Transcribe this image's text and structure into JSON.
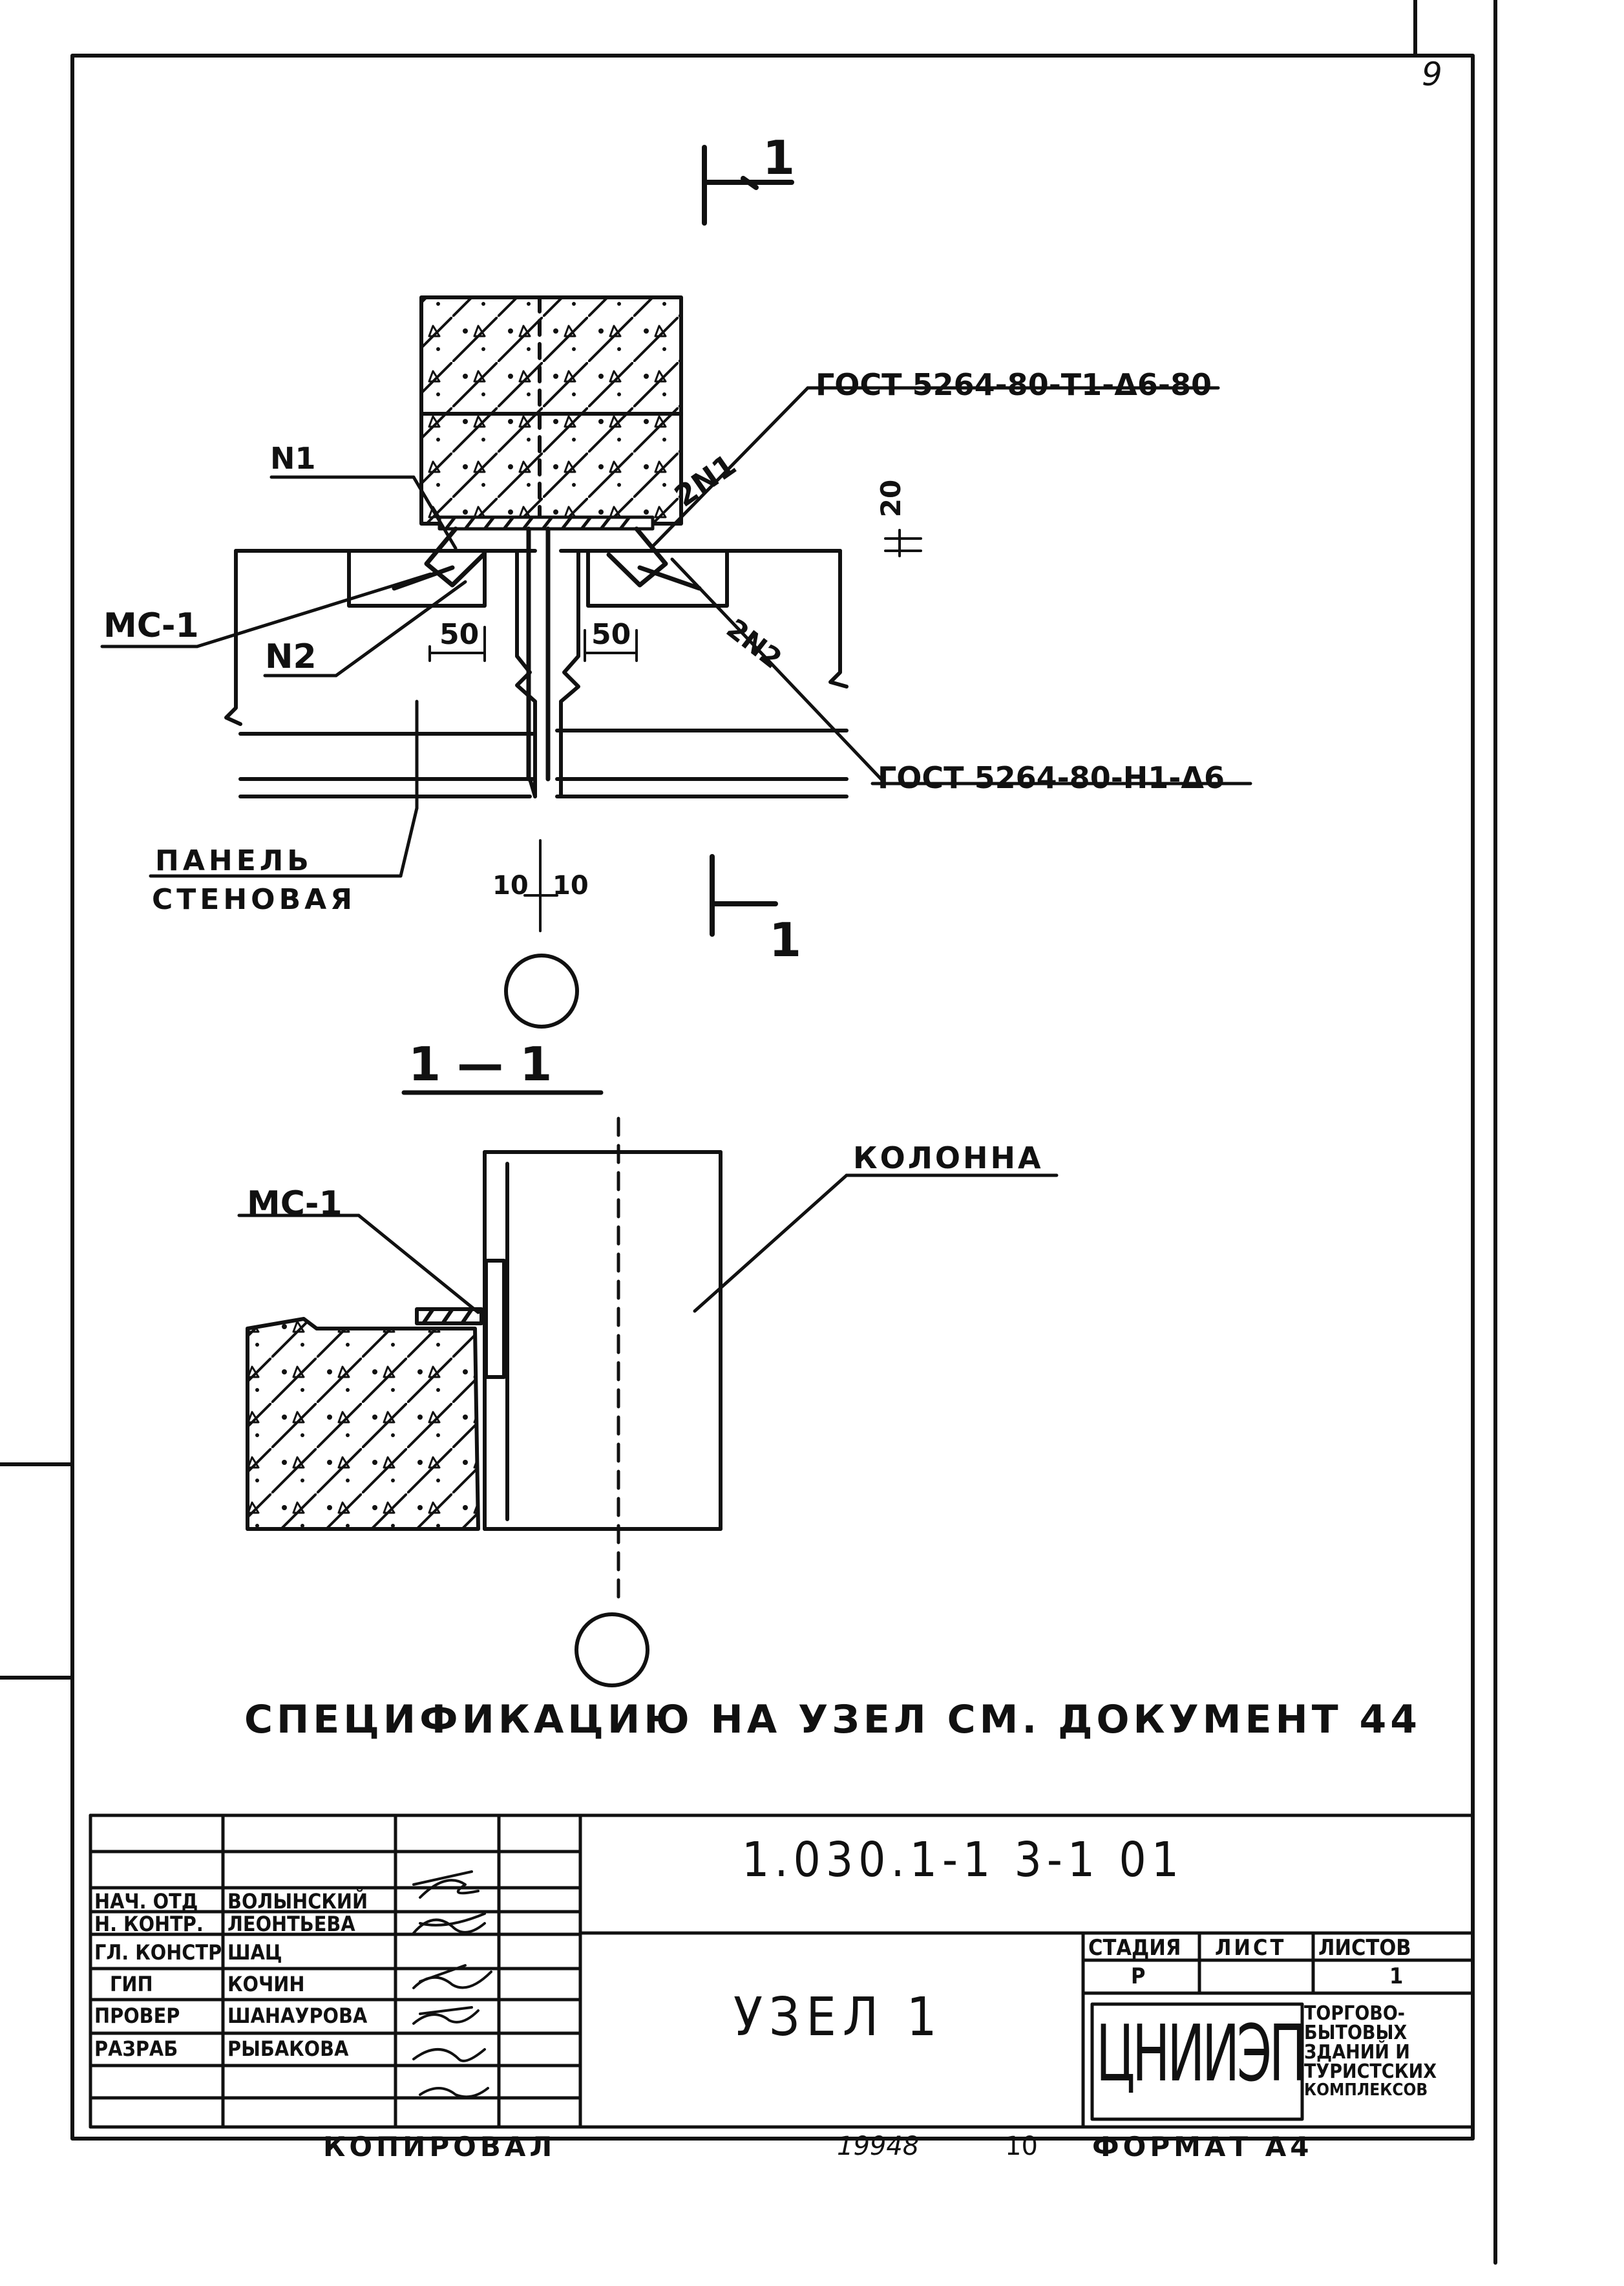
{
  "page_corner_number": "9",
  "section_marks": {
    "top_mark": "1",
    "bottom_mark": "1",
    "section_title": "1 — 1"
  },
  "plan_view": {
    "gost_top": "ГОСТ 5264-80-Т1-Δ6-80",
    "gost_bottom": "ГОСТ 5264-80-Н1-Δ6",
    "n1": "N1",
    "two_n1": "2N1",
    "mc1": "МС-1",
    "n2": "N2",
    "two_n2": "2N2",
    "dim_20": "20",
    "dim_50_left": "50",
    "dim_50_right": "50",
    "dim_10_left": "10",
    "dim_10_right": "10",
    "panel_line1": "ПАНЕЛЬ",
    "panel_line2": "СТЕНОВАЯ"
  },
  "section_view": {
    "mc1": "МС-1",
    "column": "КОЛОННА"
  },
  "specification_note": "СПЕЦИФИКАЦИЮ НА УЗЕЛ СМ. ДОКУМЕНТ 44",
  "title_block": {
    "document_code": "1.030.1-1 3-1 01",
    "drawing_title": "УЗЕЛ 1",
    "stage_header": "СТАДИЯ",
    "sheet_header": "ЛИСТ",
    "sheets_header": "ЛИСТОВ",
    "stage_value": "Р",
    "sheets_value": "1",
    "organization": "ЦНИИЭП",
    "org_subtitle": [
      "ТОРГОВО-",
      "БЫТОВЫХ",
      "ЗДАНИЙ И",
      "ТУРИСТСКИХ",
      "КОМПЛЕКСОВ"
    ],
    "signatures": [
      {
        "role": "НАЧ. ОТД",
        "name": "ВОЛЫНСКИЙ"
      },
      {
        "role": "Н. КОНТР.",
        "name": "ЛЕОНТЬЕВА"
      },
      {
        "role": "ГЛ. КОНСТР",
        "name": "ШАЦ"
      },
      {
        "role": "ГИП",
        "name": "КОЧИН"
      },
      {
        "role": "ПРОВЕР",
        "name": "ШАНАУРОВА"
      },
      {
        "role": "РАЗРАБ",
        "name": "РЫБАКОВА"
      }
    ]
  },
  "footer": {
    "copied": "КОПИРОВАЛ",
    "number": "19948",
    "sheet_no": "10",
    "format": "ФОРМАТ А4"
  }
}
